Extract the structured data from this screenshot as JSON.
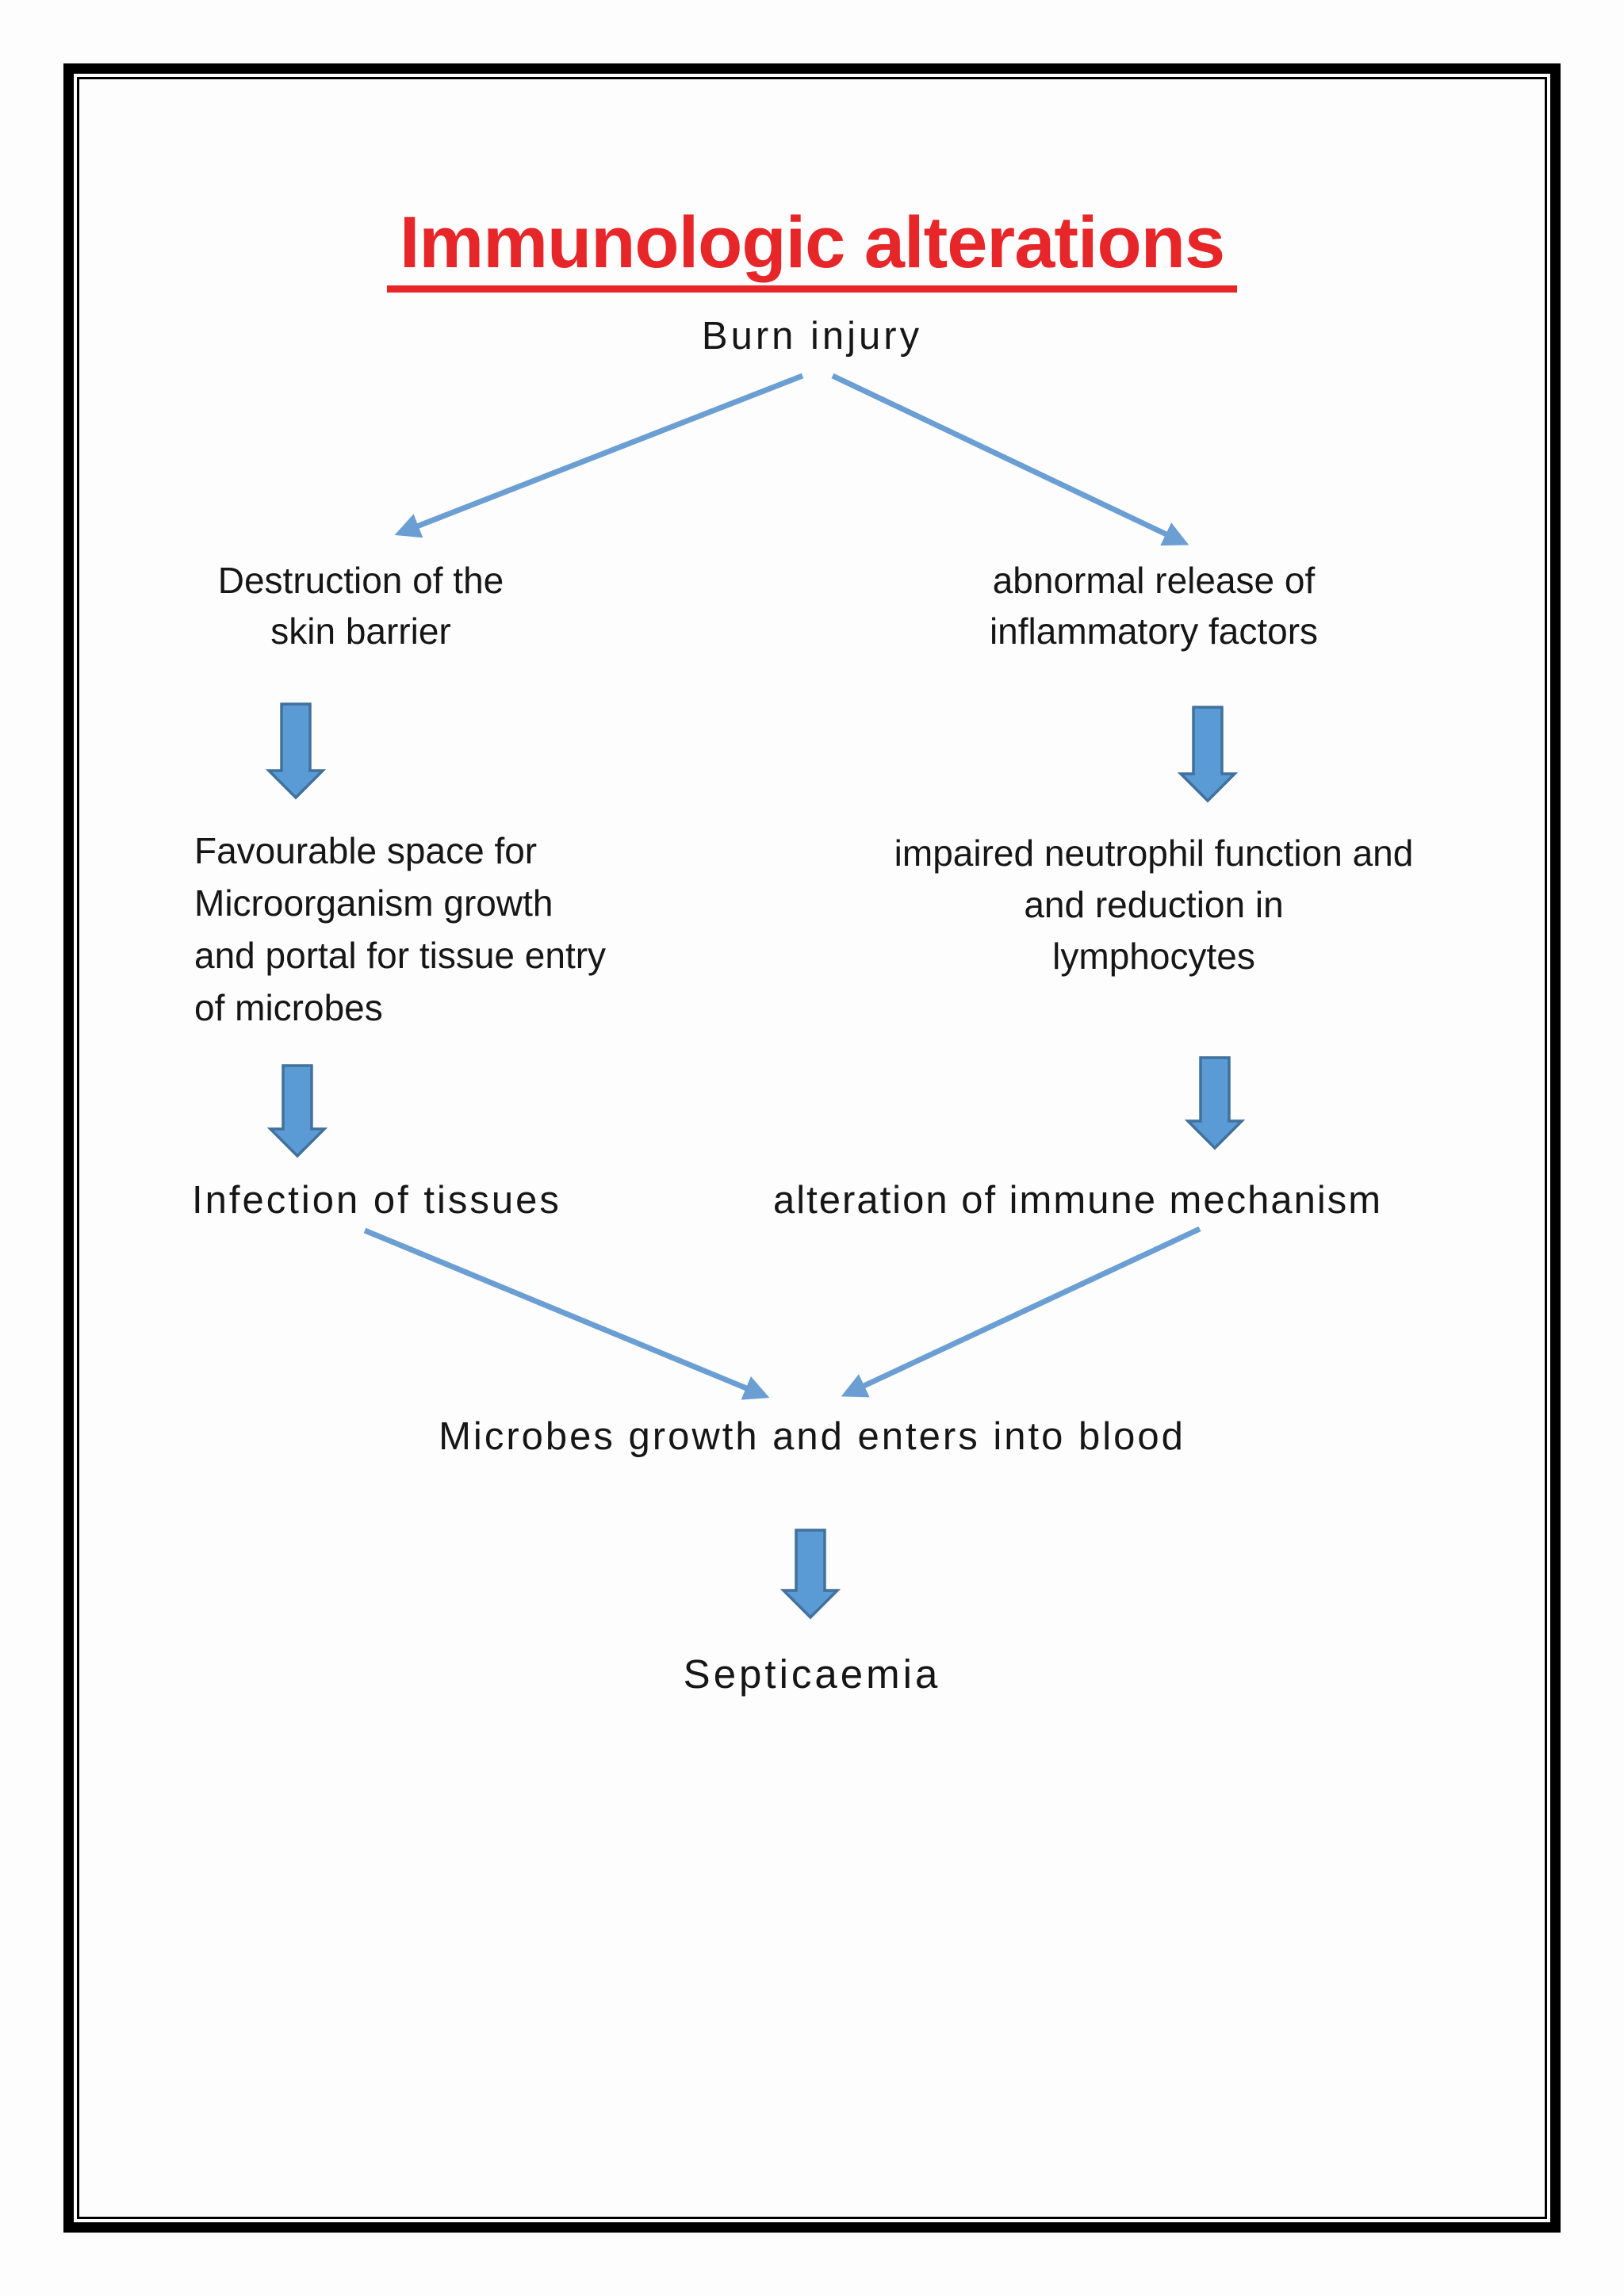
{
  "document": {
    "title": "Immunologic alterations"
  },
  "flowchart": {
    "root_label": "Burn injury",
    "left_column": {
      "node1_lines": [
        "Destruction of the",
        "skin barrier"
      ],
      "node2_lines": [
        "Favourable space for",
        "Microorganism growth",
        "and portal for tissue entry",
        "of microbes"
      ],
      "node3_label": "Infection of tissues"
    },
    "right_column": {
      "node1_lines": [
        "abnormal release of",
        "inflammatory factors"
      ],
      "node2_lines": [
        "impaired neutrophil function and",
        "and reduction in",
        "lymphocytes"
      ],
      "node3_label": "alteration of immune mechanism"
    },
    "merge_label": "Microbes growth and enters into blood",
    "final_label": "Septicaemia"
  },
  "icons": {
    "down_block_arrow": "solid blue block arrow pointing down",
    "diagonal_connector_arrow": "thin blue line with triangular arrowhead"
  },
  "colors": {
    "title_red": "#e7262a",
    "text": "#161616",
    "connector_blue": "#6b9fd4",
    "block_arrow_fill": "#5b9bd5",
    "block_arrow_stroke": "#41719c",
    "frame_black": "#000000",
    "page_bg": "#fdfdfd"
  }
}
